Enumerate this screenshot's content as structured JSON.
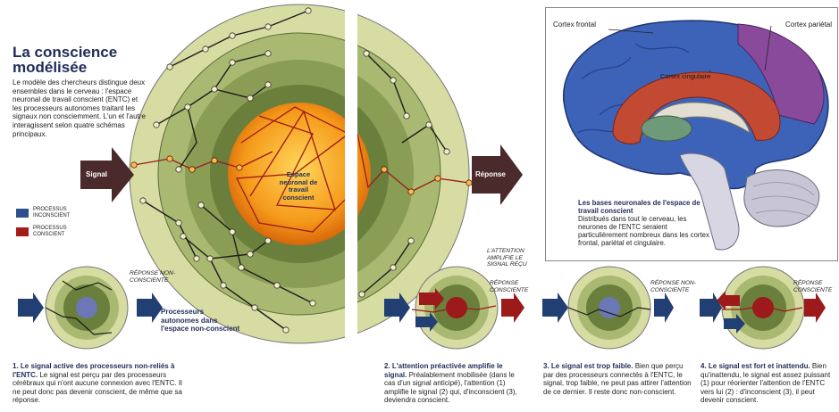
{
  "title": "La conscience modélisée",
  "intro": "Le modèle des chercheurs distingue deux ensembles dans le cerveau : l'espace neuronal de travail conscient (ENTC) et les processeurs autonomes traitant les signaux non consciemment. L'un et l'autre interagissent selon quatre schémas principaux.",
  "big_diagram": {
    "signal_label": "Signal",
    "core_label": "Espace neuronal de travail conscient",
    "processors_label": "Processeurs autonomes dans l'espace non-conscient",
    "response_label": "Réponse"
  },
  "legend": [
    {
      "label": "PROCESSUS INCONSCIENT",
      "color": "#2f4f8f"
    },
    {
      "label": "PROCESSUS CONSCIENT",
      "color": "#a51c1c"
    }
  ],
  "brain": {
    "label_frontal": "Cortex frontal",
    "label_parietal": "Cortex pariétal",
    "label_cingulaire": "Cortex cingulaire",
    "caption_title": "Les bases neuronales de l'espace de travail conscient",
    "caption_text": "Distribués dans tout le cerveau, les neurones de l'ENTC seraient particulièrement nombreux dans les cortex frontal, pariétal et cingulaire."
  },
  "panels": [
    {
      "label": "RÉPONSE NON-CONSCIENTE",
      "caption_bold": "1. Le signal active des processeurs non-reliés à l'ENTC.",
      "caption_text": " Le signal est perçu par des processeurs cérébraux qui n'ont aucune connexion avec l'ENTC. Il ne peut donc pas devenir conscient, de même que sa réponse."
    },
    {
      "label": "RÉPONSE CONSCIENTE",
      "label_top": "L'ATTENTION AMPLIFIE LE SIGNAL REÇU",
      "caption_bold": "2. L'attention préactivée amplifie le signal.",
      "caption_text": " Préalablement mobilisée (dans le cas d'un signal anticipé), l'attention (1) amplifie le signal (2) qui, d'inconscient (3), deviendra conscient."
    },
    {
      "label": "RÉPONSE NON-CONSCIENTE",
      "caption_bold": "3. Le signal est trop faible.",
      "caption_text": " Bien que perçu par des processeurs connectés à l'ENTC, le signal, trop faible, ne peut pas attirer l'attention de ce dernier. Il reste donc non-conscient."
    },
    {
      "label": "RÉPONSE CONSCIENTE",
      "caption_bold": "4. Le signal est fort et inattendu.",
      "caption_text": " Bien qu'inattendu, le signal est assez puissant (1) pour réorienter l'attention de l'ENTC vers lui (2) : d'inconscient (3), il peut devenir conscient."
    }
  ],
  "colors": {
    "title": "#1f2c59",
    "arrow_dark": "#4a2a2a",
    "arrow_blue": "#213f73",
    "arrow_red": "#9c1a1a",
    "ring_dark": "#5d7033",
    "ring_light": "#a9b972",
    "core": "#f59a1a"
  }
}
